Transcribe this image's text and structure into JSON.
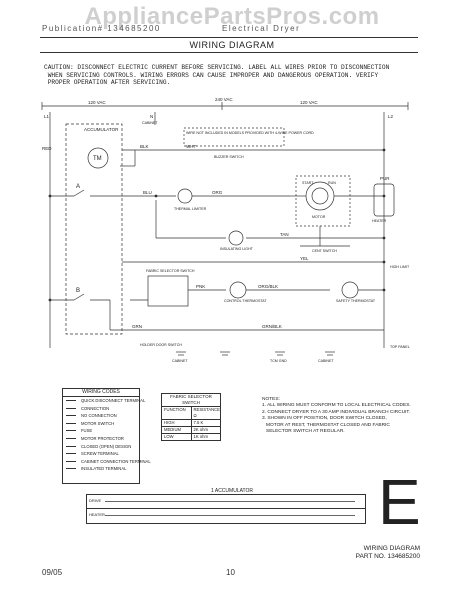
{
  "watermark": "AppliancePartsPros.com",
  "header": {
    "left": "Publication# 134685200",
    "right": "Electrical Dryer",
    "title": "WIRING DIAGRAM"
  },
  "caution": "CAUTION: DISCONNECT ELECTRIC CURRENT BEFORE SERVICING. LABEL ALL WIRES PRIOR TO DISCONNECTION\n WHEN SERVICING CONTROLS. WIRING ERRORS CAN CAUSE IMPROPER AND DANGEROUS OPERATION. VERIFY\n PROPER OPERATION AFTER SERVICING.",
  "diagram": {
    "voltage_top": "240 VAC",
    "voltage_left": "120 VAC",
    "voltage_right": "120 VAC",
    "l1": "L1",
    "l2": "L2",
    "n": "N",
    "accumulator": "ACCUMULATOR",
    "tm": "TM",
    "switch_a": "A",
    "switch_b": "B",
    "red": "RED",
    "blk": "BLK",
    "wht": "WHT",
    "blu": "BLU",
    "org": "ORG",
    "tan": "TAN",
    "yel": "YEL",
    "pnk": "PNK",
    "grn": "GRN",
    "pur": "PUR",
    "org_blk": "ORG/BLK",
    "grn_blk": "GRN/BLK",
    "not_included": "WIRE NOT INCLUDED IN MODELS PROVIDED WITH 4-WIRE POWER CORD",
    "cabinet": "CABINET",
    "buzzer_switch": "BUZZER SWITCH",
    "thermal_limiter": "THERMAL LIMITER",
    "motor": "MOTOR",
    "start": "START",
    "run": "RUN",
    "cent_switch": "CENT SWITCH",
    "heater": "HEATER",
    "high_limit": "HIGH LIMIT",
    "insulation_light": "INSULATING LIGHT",
    "fabric_selector": "FABRIC SELECTOR SWITCH",
    "control_thermostat": "CONTROL THERMOSTAT",
    "safety_thermostat": "SAFETY THERMOSTAT",
    "holder_door_switch": "HOLDER DOOR SWITCH",
    "cabinet_2": "CABINET",
    "tcm_gnd": "TCM GND",
    "cabinet_3": "CABINET",
    "top_panel": "TOP PANEL"
  },
  "wiring_codes": {
    "title": "WIRING CODES",
    "items": [
      "QUICK DISCONNECT TERMINAL",
      "CONNECTION",
      "NO CONNECTION",
      "MOTOR SWITCH",
      "FUSE",
      "MOTOR PROTECTOR",
      "CLOSED (OPEN) DESIGN",
      "SCREW TERMINAL",
      "CABINET CONNECTION TERMINAL",
      "INSULATED TERMINAL"
    ]
  },
  "fabric_table": {
    "title": "FABRIC SELECTOR SWITCH",
    "head": [
      "FUNCTION",
      "RESISTANCE Ω"
    ],
    "rows": [
      [
        "HIGH",
        "7.5 K"
      ],
      [
        "MEDIUM",
        "2K ohm"
      ],
      [
        "LOW",
        "1K ohm"
      ]
    ]
  },
  "notes": "NOTES:\n1. ALL WIRING MUST CONFORM TO LOCAL ELECTRICAL CODES.\n2. CONNECT DRYER TO A 30 AMP INDIVIDUAL BRANCH CIRCUIT.\n3. SHOWN IN OFF POSITION, DOOR SWITCH CLOSED,\n   MOTOR AT REST, THERMOSTAT CLOSED AND FABRIC\n   SELECTOR SWITCH AT REGULAR.",
  "accumulator_chart": {
    "label": "1 ACCUMULATOR",
    "rows": [
      "DRIVE",
      "HEATER"
    ]
  },
  "part": {
    "title": "WIRING DIAGRAM",
    "number": "PART NO. 134685200",
    "letter": "E"
  },
  "footer": {
    "date": "09/05",
    "page": "10"
  }
}
